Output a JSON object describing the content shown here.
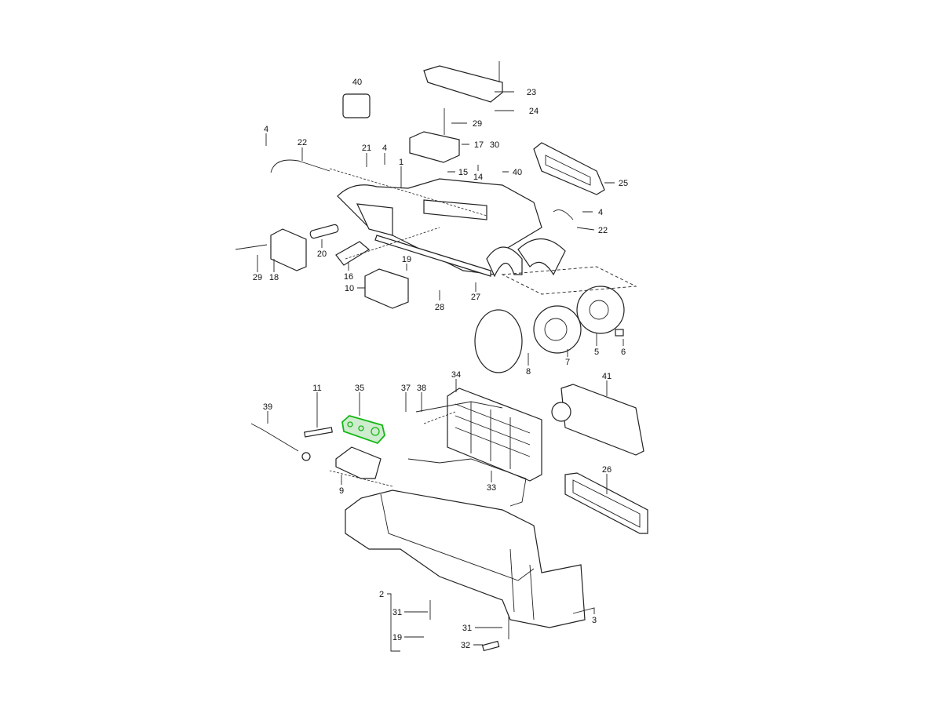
{
  "diagram": {
    "type": "exploded parts diagram",
    "highlighted_part": "35",
    "highlight_color": "#14b814",
    "labels": [
      "40",
      "23",
      "24",
      "29",
      "17",
      "30",
      "4",
      "22",
      "21",
      "4",
      "1",
      "15",
      "14",
      "40",
      "25",
      "4",
      "22",
      "20",
      "29",
      "18",
      "16",
      "19",
      "10",
      "28",
      "27",
      "8",
      "7",
      "5",
      "6",
      "34",
      "41",
      "11",
      "35",
      "37",
      "38",
      "39",
      "9",
      "33",
      "26",
      "2",
      "31",
      "19",
      "31",
      "32",
      "3"
    ]
  }
}
